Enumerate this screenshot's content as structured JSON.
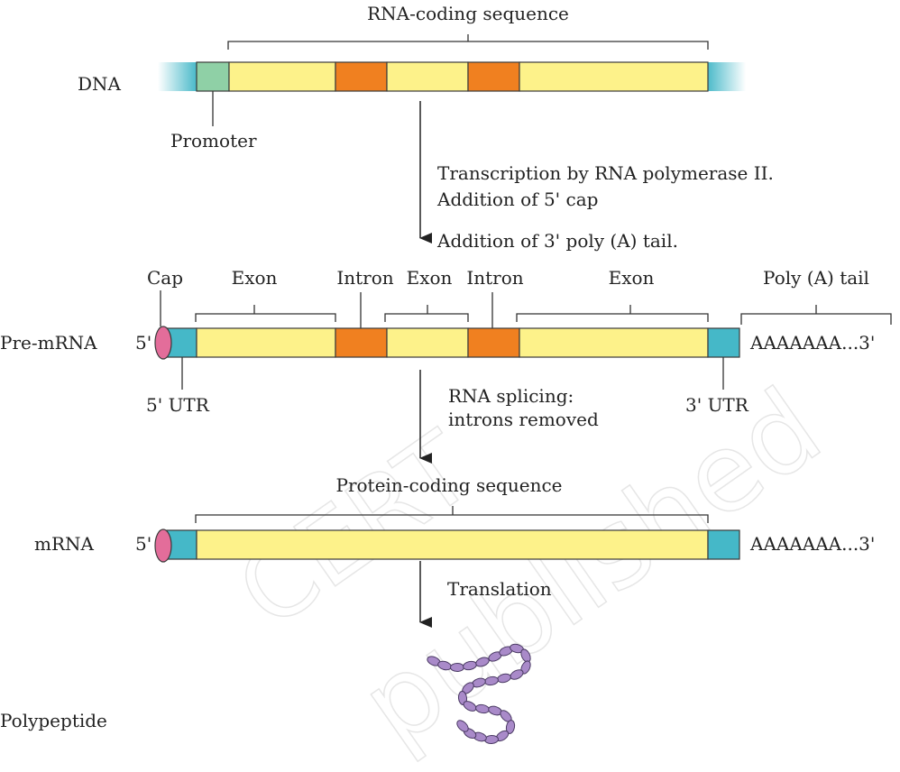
{
  "colors": {
    "exon": "#fdf28a",
    "intron": "#f08020",
    "utr": "#45b8c8",
    "promoter": "#8fd0a6",
    "cap": "#e36d9a",
    "polypeptide": "#a98ac9",
    "outline": "#3a3a3a"
  },
  "dna": {
    "label": "DNA",
    "coding_label": "RNA-coding sequence",
    "promoter_label": "Promoter"
  },
  "step1": {
    "line1": "Transcription by RNA polymerase II.",
    "line2": "Addition of 5' cap",
    "line3": "Addition of 3' poly (A) tail."
  },
  "pre_mrna": {
    "label": "Pre-mRNA",
    "five_prime": "5'",
    "cap_label": "Cap",
    "exon1": "Exon",
    "intron1": "Intron",
    "exon2": "Exon",
    "intron2": "Intron",
    "exon3": "Exon",
    "polya_label": "Poly (A) tail",
    "polya_seq": "AAAAAAA...3'",
    "utr5": "5' UTR",
    "utr3": "3' UTR"
  },
  "step2": {
    "line1": "RNA splicing:",
    "line2": "introns removed"
  },
  "mrna": {
    "label": "mRNA",
    "five_prime": "5'",
    "coding_label": "Protein-coding sequence",
    "polya_seq": "AAAAAAA...3'"
  },
  "step3": {
    "label": "Translation"
  },
  "polypeptide": {
    "label": "Polypeptide"
  },
  "watermark": {
    "line1": "CERT",
    "line2": "published"
  }
}
